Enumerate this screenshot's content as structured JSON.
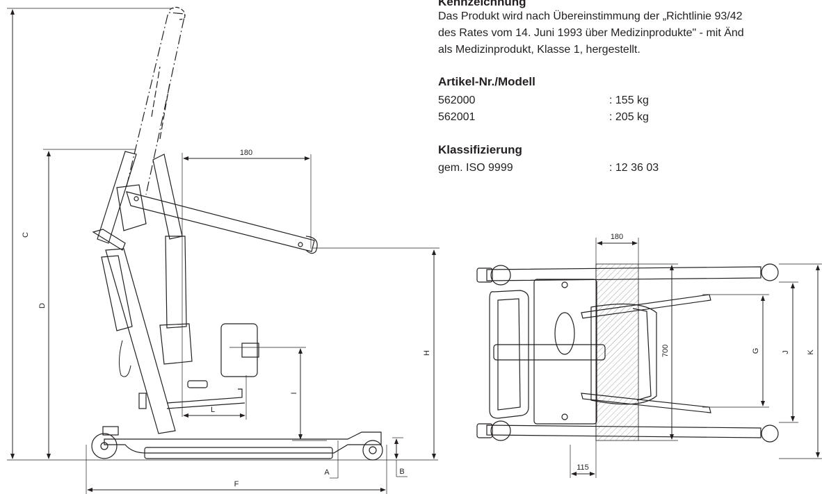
{
  "spec": {
    "heading_kennzeichnung": "Kennzeichnung",
    "kennzeichnung_lines": [
      "Das Produkt wird nach Übereinstimmung der „Richtlinie 93/42",
      "des Rates vom 14. Juni 1993 über Medizinprodukte\" - mit Änd",
      "als Medizinprodukt, Klasse 1, hergestellt."
    ],
    "heading_artikel": "Artikel-Nr./Modell",
    "models": [
      {
        "nr": "562000",
        "value": ": 155 kg"
      },
      {
        "nr": "562001",
        "value": ": 205 kg"
      }
    ],
    "heading_klassifizierung": "Klassifizierung",
    "klass_label": "gem. ISO 9999",
    "klass_value": ": 12 36 03"
  },
  "dimensions": {
    "side": {
      "C": "C",
      "D": "D",
      "H": "H",
      "I": "I",
      "L": "L",
      "F": "F",
      "A": "A",
      "B": "B",
      "top180": "180"
    },
    "top": {
      "w180": "180",
      "w115": "115",
      "w700": "700",
      "G": "G",
      "J": "J",
      "K": "K"
    }
  },
  "colors": {
    "line": "#231f20",
    "hatch": "#e6e6e6"
  }
}
